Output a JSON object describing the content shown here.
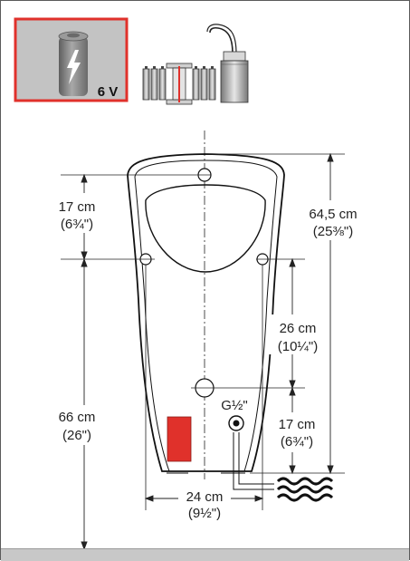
{
  "badge": {
    "voltage": "6 V"
  },
  "labels": {
    "top_offset_cm": "17 cm",
    "top_offset_in": "(6¾\")",
    "total_height_cm": "64,5 cm",
    "total_height_in": "(25⅜\")",
    "hole_spacing_cm": "26 cm",
    "hole_spacing_in": "(10¼\")",
    "outlet_cm": "17 cm",
    "outlet_in": "(6¾\")",
    "floor_height_cm": "66 cm",
    "floor_height_in": "(26\")",
    "width_cm": "24 cm",
    "width_in": "(9½\")",
    "connection": "G½\""
  },
  "colors": {
    "accent": "#e0312b",
    "battery": "#888888",
    "line": "#111111"
  }
}
